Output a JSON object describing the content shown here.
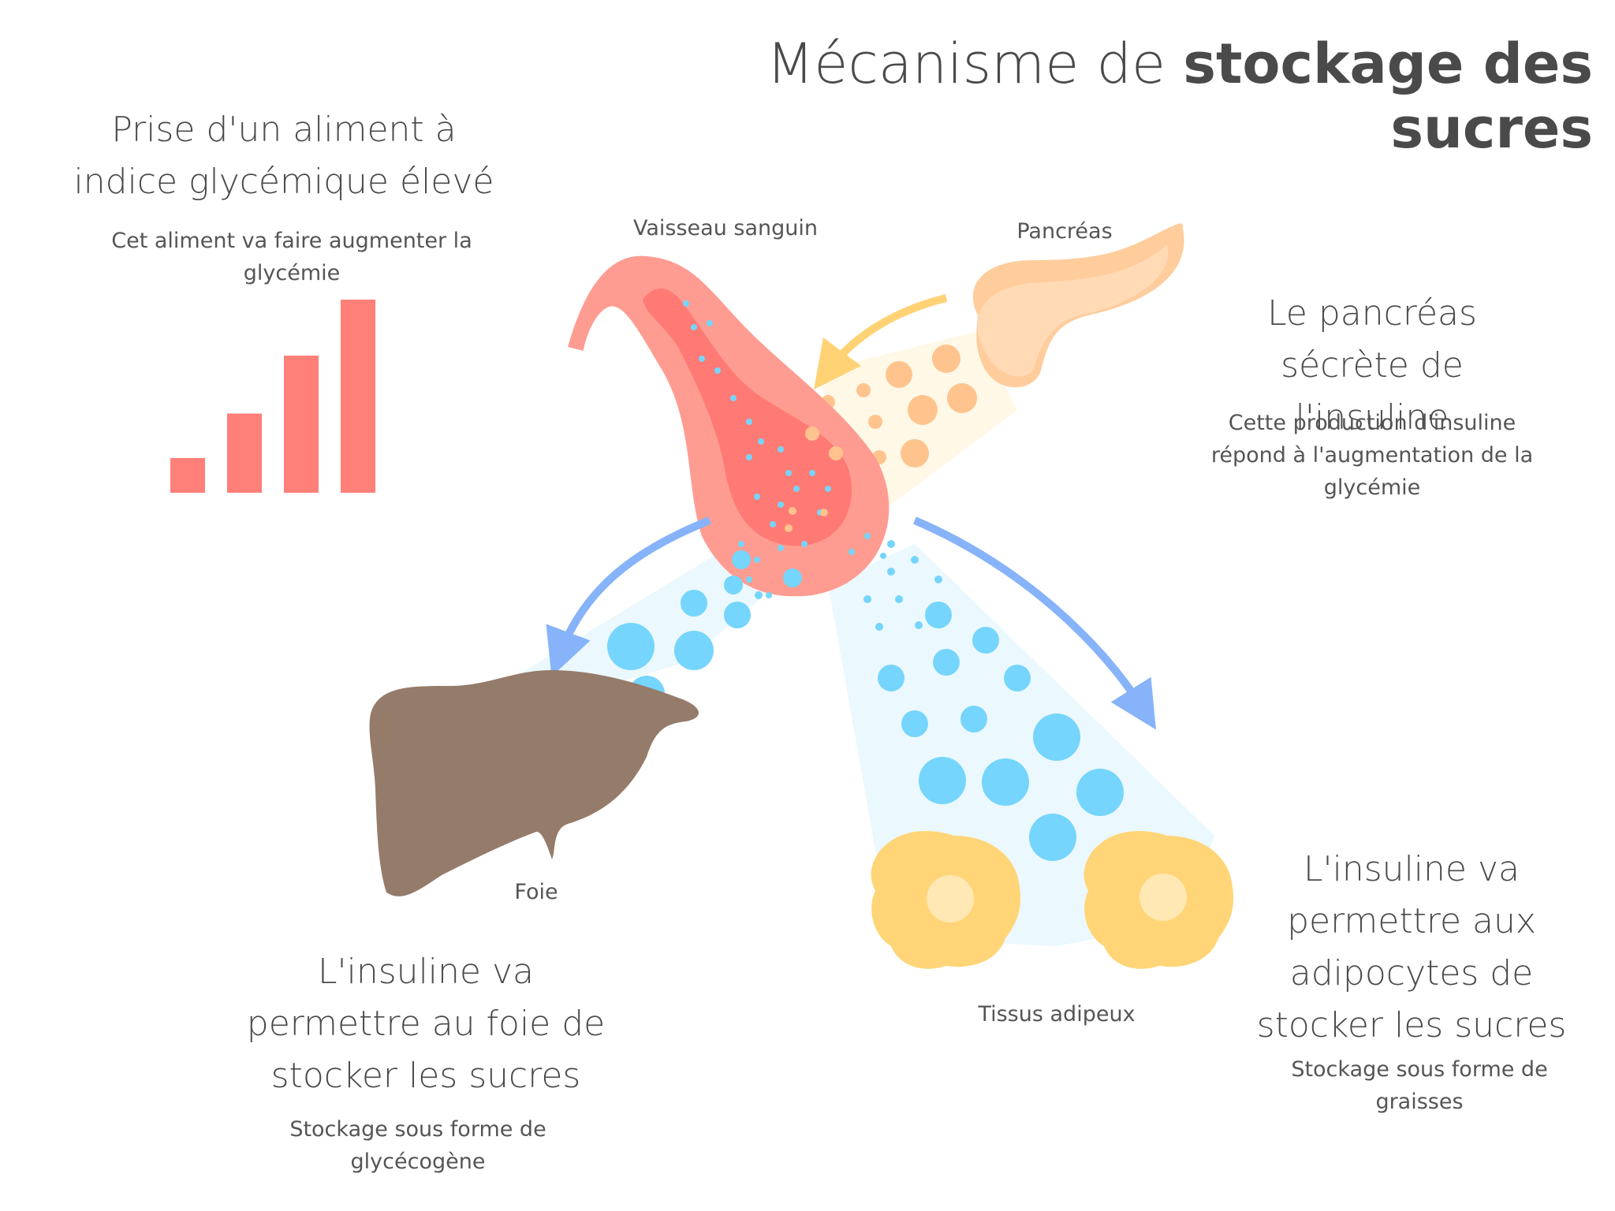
{
  "title": {
    "normal": "Mécanisme de ",
    "bold": "stockage des sucres"
  },
  "step1": {
    "heading": "Prise d'un aliment à indice glycémique élevé",
    "description": "Cet aliment va faire augmenter la glycémie"
  },
  "step2": {
    "heading": "Le pancréas sécrète de l'insuline",
    "description": "Cette production d'insuline répond à l'augmentation de la glycémie"
  },
  "step3": {
    "heading": "L'insuline va permettre au foie de stocker les sucres",
    "description": "Stockage sous forme de glycécogène"
  },
  "step4": {
    "heading": "L'insuline va permettre aux adipocytes de stocker les sucres",
    "description": "Stockage sous forme de graisses"
  },
  "labels": {
    "blood_vessel": "Vaisseau sanguin",
    "pancreas": "Pancréas",
    "liver": "Foie",
    "adipose": "Tissus adipeux"
  },
  "glycemia_levels": [
    0.18,
    0.41,
    0.71,
    1.0
  ],
  "colors": {
    "bars": "#ff7f79",
    "liver": "#957b6a",
    "adipocyte": "#ffd577",
    "adipocyte_core": "#ffe8b4",
    "pancreas": "#ffcc9c",
    "glucose": "#75d5fc",
    "insulin": "#ffc48e",
    "arrow_blue": "#86b3f9",
    "arrow_yellow": "#ffd375"
  }
}
